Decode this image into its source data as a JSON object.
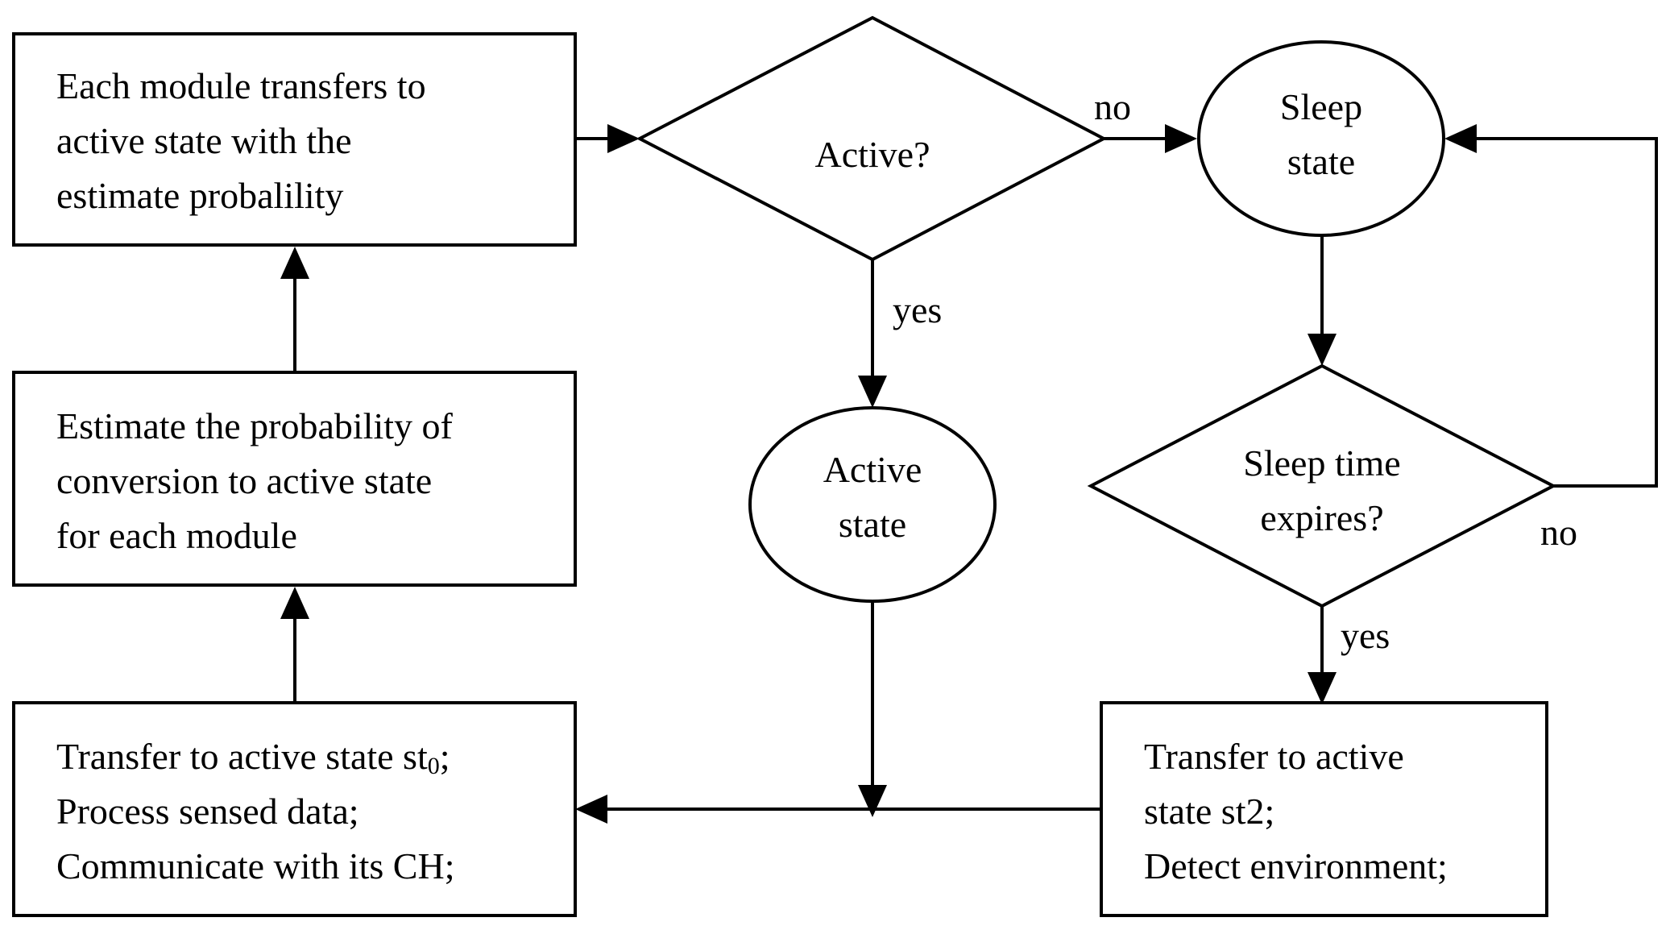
{
  "boxes": {
    "transfer_box": {
      "lines": [
        "Each module transfers to",
        "active state with the",
        "estimate probalility"
      ]
    },
    "estimate_box": {
      "lines": [
        "Estimate the probability of",
        "conversion to active state",
        "for each module"
      ]
    },
    "process_box": {
      "line1_prefix": "Transfer to active state st",
      "line1_subscript": "0",
      "line1_suffix": ";",
      "lines": [
        "Process sensed data;",
        "Communicate with its CH;"
      ]
    },
    "detect_box": {
      "lines": [
        "Transfer to active",
        "state st2;",
        "Detect environment;"
      ]
    }
  },
  "decisions": {
    "active": {
      "label": "Active?"
    },
    "sleep_time": {
      "lines": [
        "Sleep time",
        "expires?"
      ]
    }
  },
  "states": {
    "sleep": {
      "lines": [
        "Sleep",
        "state"
      ]
    },
    "active": {
      "lines": [
        "Active",
        "state"
      ]
    }
  },
  "edge_labels": {
    "active_no": "no",
    "active_yes": "yes",
    "sleep_time_no": "no",
    "sleep_time_yes": "yes"
  }
}
